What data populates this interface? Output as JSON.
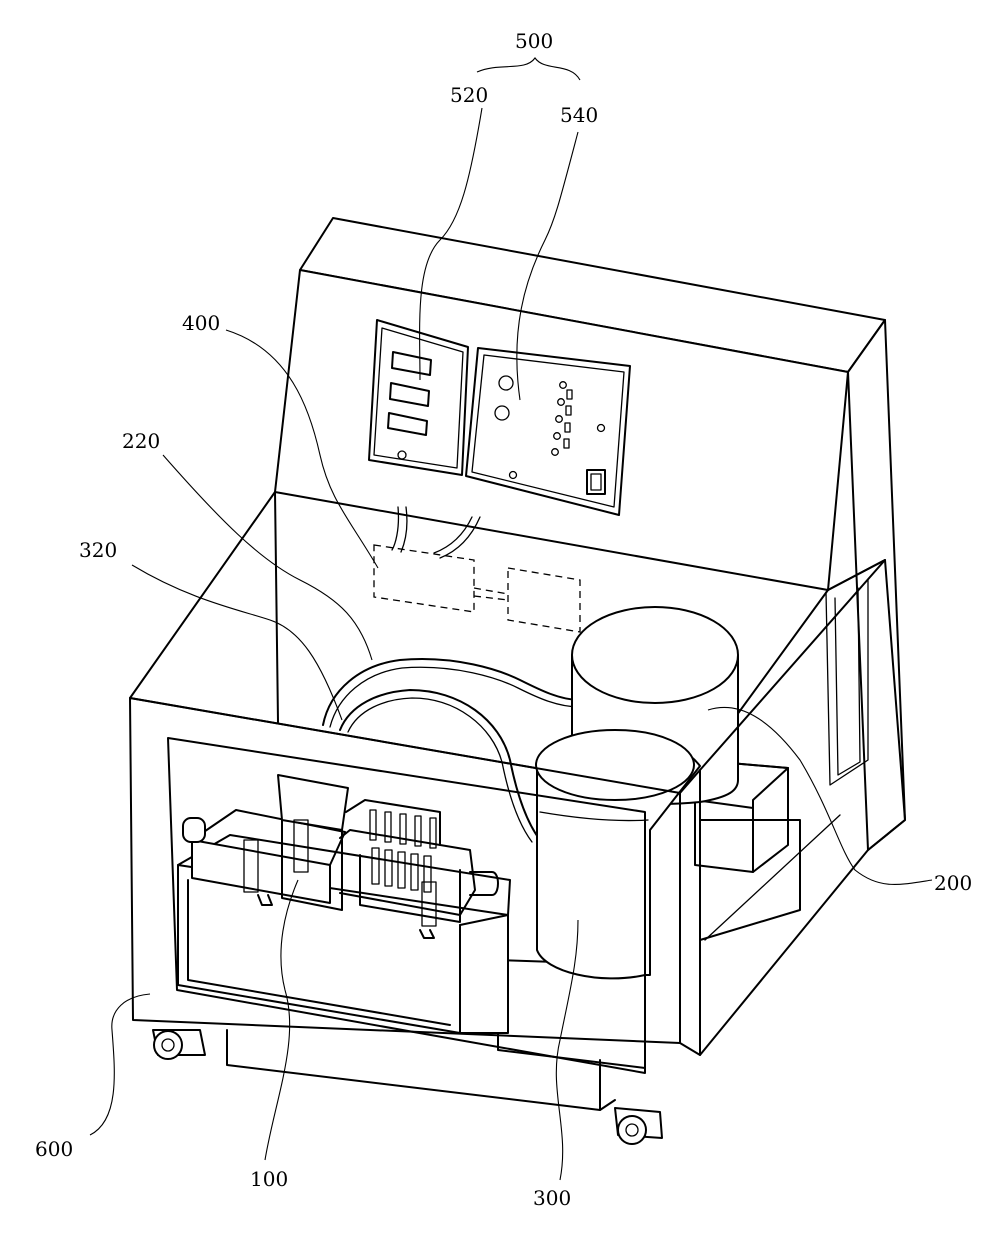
{
  "labels": {
    "l500": "500",
    "l520": "520",
    "l540": "540",
    "l400": "400",
    "l220": "220",
    "l320": "320",
    "l200": "200",
    "l600": "600",
    "l100": "100",
    "l300": "300"
  }
}
